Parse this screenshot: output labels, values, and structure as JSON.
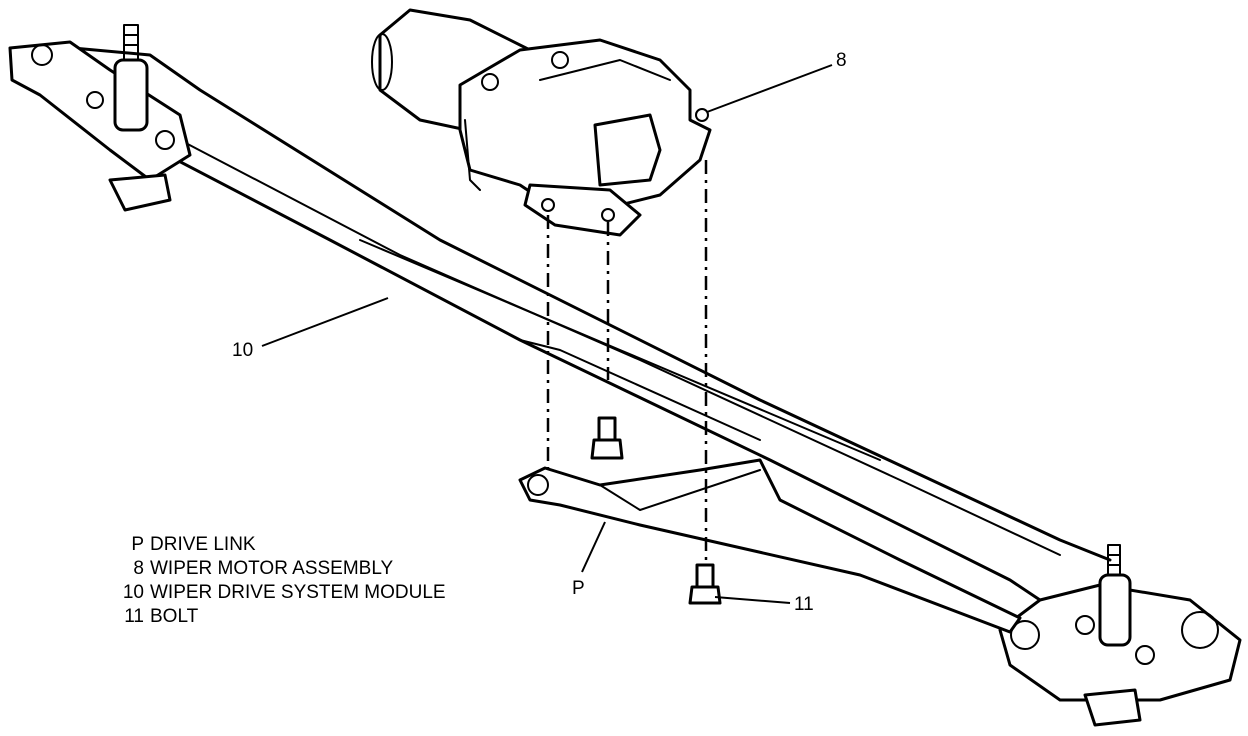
{
  "callouts": {
    "motor": "8",
    "module": "10",
    "drive_link": "P",
    "bolt": "11"
  },
  "legend": [
    {
      "key": "P",
      "label": "DRIVE LINK"
    },
    {
      "key": "8",
      "label": "WIPER MOTOR ASSEMBLY"
    },
    {
      "key": "10",
      "label": "WIPER DRIVE SYSTEM MODULE"
    },
    {
      "key": "11",
      "label": "BOLT"
    }
  ]
}
